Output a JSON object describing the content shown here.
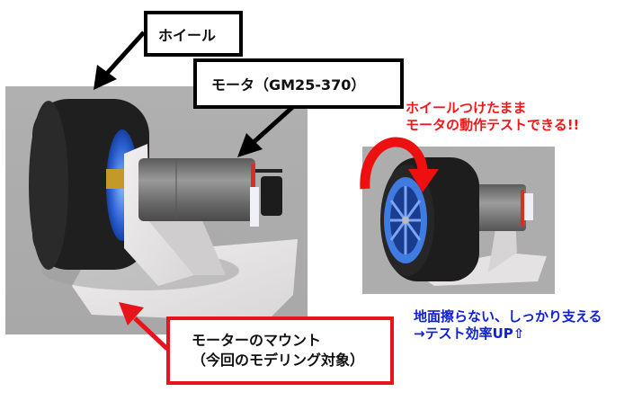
{
  "callouts": {
    "wheel": {
      "label": "ホイール"
    },
    "motor": {
      "label": "モータ（GM25-370）"
    },
    "mount": {
      "line1": "モーターのマウント",
      "line2": "（今回のモデリング対象）"
    }
  },
  "notes": {
    "red": {
      "line1": "ホイールつけたまま",
      "line2": "モータの動作テストできる!!"
    },
    "blue": {
      "line1": "地面擦らない、しっかり支える",
      "line2": "→テスト効率UP⇧"
    }
  },
  "colors": {
    "callout_border_black": "#000000",
    "callout_border_red": "#e8141b",
    "note_red": "#f01818",
    "note_blue": "#1020d8",
    "render_background": "#adadad",
    "tire": "#1e1e1e",
    "rim_blue": "#3f7be0",
    "motor_gray": "#7d7d7d",
    "mount_white": "#e4e2e2"
  },
  "images": {
    "main_render": {
      "subject": "wheel-motor-mount-render"
    },
    "side_render": {
      "subject": "wheel-rotation-render"
    }
  }
}
